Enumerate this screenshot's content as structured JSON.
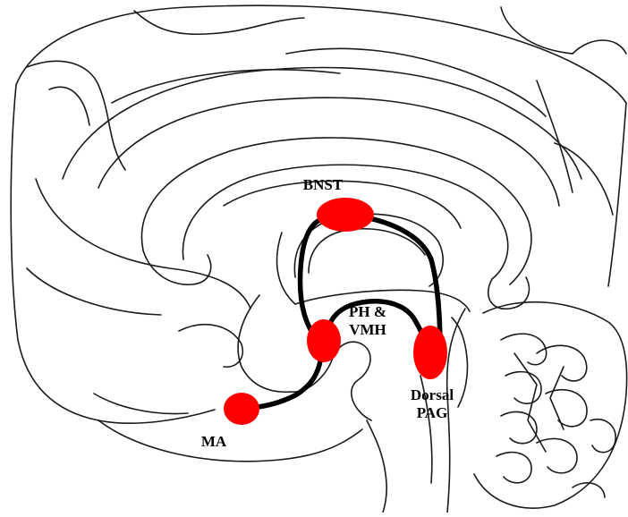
{
  "colors": {
    "node_fill": "#ff0000",
    "circuit_stroke": "#000000",
    "outline_stroke": "#1a1a1a",
    "background": "#ffffff"
  },
  "regions": {
    "bnst": {
      "label": "BNST"
    },
    "ph_vmh": {
      "label_line1": "PH &",
      "label_line2": "VMH"
    },
    "dorsal_pag": {
      "label_line1": "Dorsal",
      "label_line2": "PAG"
    },
    "ma": {
      "label": "MA"
    }
  }
}
